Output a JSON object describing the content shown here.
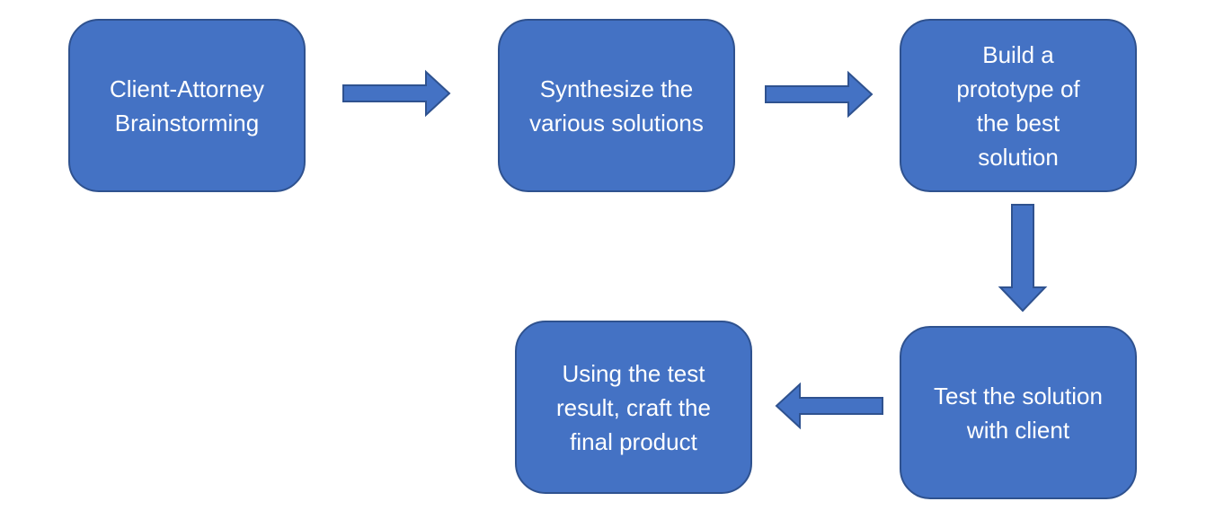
{
  "diagram": {
    "steps": [
      {
        "label": "Client-Attorney Brainstorming"
      },
      {
        "label": "Synthesize the various solutions"
      },
      {
        "label": "Build a prototype of the best solution"
      },
      {
        "label": "Test the solution with client"
      },
      {
        "label": "Using the test result, craft the final product"
      }
    ]
  },
  "colors": {
    "box_fill": "#4472c4",
    "box_border": "#2f528f",
    "text": "#ffffff",
    "background": "#ffffff"
  }
}
